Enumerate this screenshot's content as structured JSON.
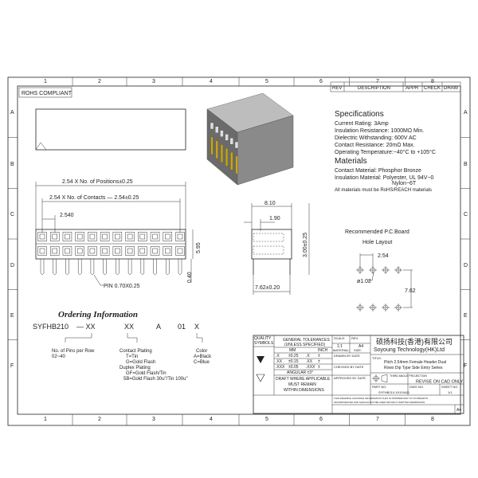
{
  "frame": {
    "columns": [
      "1",
      "2",
      "3",
      "4",
      "5",
      "6",
      "7",
      "8"
    ],
    "rows": [
      "A",
      "B",
      "C",
      "D",
      "E",
      "F"
    ]
  },
  "rohs_label": "ROHS COMPLIANT",
  "revision_table": [
    "REV",
    "DESCRIPTION",
    "APPR",
    "CHECK",
    "DRAW"
  ],
  "specifications": {
    "title": "Specifications",
    "lines": [
      "Current Rating:   3Amp",
      "Insulation Resistance:  1000MΩ  Min.",
      "Dielectric Withstanding:   600V AC",
      "Contact Resistance:   20mΩ  Max.",
      "Operating Temperature:−40°C  to  +105°C"
    ],
    "materials_title": "Materials",
    "material_lines": [
      "Contact Material:  Phosphor  Bronze",
      "Insulation Material:  Polyester,  UL  94V−0",
      "Nylon−6T",
      "All materials must be RoHS/REACH materials"
    ]
  },
  "front_view": {
    "positions": 12,
    "dim_positions": "2.54  X  No.  of  Positions±0.25",
    "dim_contacts": "2.54  X  No.  of  Contacts  —  2.54±0.25",
    "dim_pitch": "2.540",
    "dim_height": "5.95",
    "dim_standoff": "0.40",
    "pin_label": "PIN  0.70X0.25"
  },
  "side_view": {
    "dim_width": "8.10",
    "dim_offset": "1.90",
    "dim_height": "3.00±0.25",
    "dim_row_spacing": "7.62±0.20"
  },
  "pcb_layout": {
    "title_1": "Recommended  P.C.Board",
    "title_2": "Hole  Layout",
    "dim_pitch": "2.54",
    "dim_hole": "ø1.02",
    "dim_rows": "7.62"
  },
  "ordering": {
    "title": "Ordering Information",
    "code": [
      "SYFHB210",
      "—  XX",
      "XX",
      "A",
      "01",
      "X"
    ],
    "pins_label": [
      "No. of Pins per Row",
      "02~40"
    ],
    "plating_label": [
      "Contact Plating",
      "T=Tin",
      "G=Gold Flash",
      "Duplex Plating",
      "GF=Gold Flash/Tin",
      "5B=Gold Flash  30u\"/Tin 100u\""
    ],
    "color_label": [
      "Color",
      "A=Black",
      "C=Blue"
    ]
  },
  "title_block": {
    "quality": "QUALITY SYMBOLS",
    "tol_title": [
      "GENERAL  TOLERANCES",
      "(UNLESS  SPECIFIED)"
    ],
    "tol_header": [
      "MM",
      "INCH"
    ],
    "tol_rows": [
      [
        ".X",
        "±0.25",
        ".X",
        "±"
      ],
      [
        ".XX",
        "±0.15",
        ".XX",
        "±"
      ],
      [
        ".XXX",
        "±0.05",
        ".XXX",
        "±"
      ]
    ],
    "angular": "ANGULAR  ±3°",
    "draft": [
      "DRAFT  WHERE  APPLICABLE",
      "MUST  REMAIN",
      "WITHIN  DIMENSIONS"
    ],
    "scale_label": "SCALE:",
    "scale": "1:1",
    "rev_label": "REV:",
    "rev": "A4",
    "material_label": "MATERIAL:",
    "size_label": "SIZE:",
    "drawn_by": "DRAWN BY   DATE",
    "checked_by": "CHECKED BY   DATE",
    "approved_by": "APPROVED BY   DATE",
    "company_cn": "硕扬科技(香港)有限公司",
    "company_en": "Soyoung  Technology(HK)Ltd",
    "title_label": "TITLE:",
    "title": [
      "Pitch 2.54mm Female Header Dual",
      "Rows Dip Type Side Entry Series"
    ],
    "projection": "THIRD ANGLE PROJECTION",
    "revise": "REVISE ON CAD ONLY",
    "part_no_label": "PART NO.",
    "part_no": "SYFHB210-XXXXA01",
    "dwg_no_label": "DWG NO.",
    "sheet_label": "SHEET NO.",
    "sheet": "1/1",
    "notice": [
      "THIS DRAWING CONTAINS INFORMATION THAT IS PROPRIETARY TO SYOBOARTS",
      "INCORPORATED AND SHOULD NOT BE USED WITHOUT WRITTEN PERMISSION"
    ],
    "paper": "A4"
  }
}
